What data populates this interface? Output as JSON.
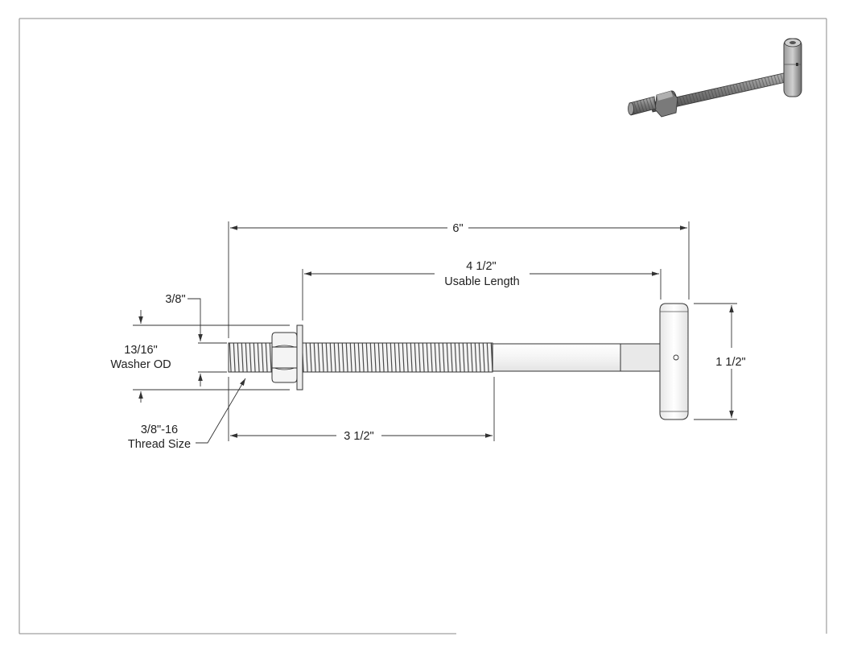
{
  "drawing": {
    "dimensions": {
      "overall_length": "6\"",
      "usable_length_value": "4 1/2\"",
      "usable_length_caption": "Usable Length",
      "head_height": "1 1/2\"",
      "thread_length": "3 1/2\"",
      "thread_dia": "3/8\"",
      "washer_od_value": "13/16\"",
      "washer_od_caption": "Washer OD",
      "thread_size_value": "3/8\"-16",
      "thread_size_caption": "Thread Size"
    },
    "colors": {
      "line": "#333333",
      "steel_light": "#f2f2f2",
      "steel_mid": "#c8c8c8",
      "steel_dark": "#7a7a7a",
      "iso_body": "#8c8c8c"
    }
  }
}
